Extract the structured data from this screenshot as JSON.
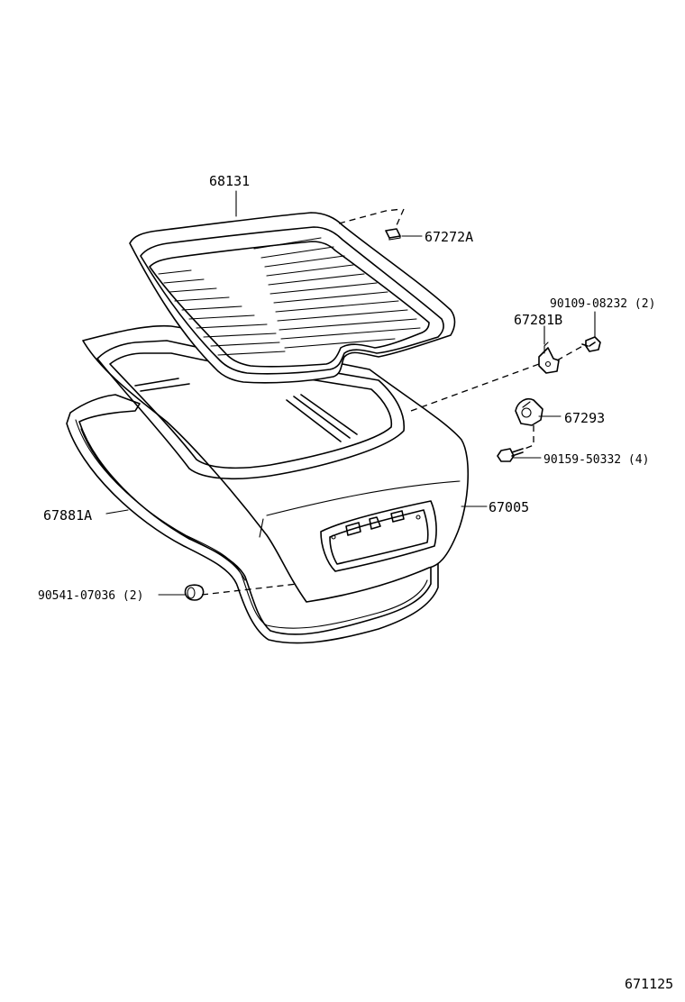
{
  "parts": {
    "glass": "68131",
    "glass_spacer": "67272A",
    "cover_screw": "90109-08232 (2)",
    "lock_cover": "67281B",
    "lock_cover_2": "67293",
    "lock_screw": "90159-50332 (4)",
    "back_door_panel": "67005",
    "weatherstrip": "67881A",
    "cushion": "90541-07036 (2)"
  },
  "figure_number": "671125"
}
